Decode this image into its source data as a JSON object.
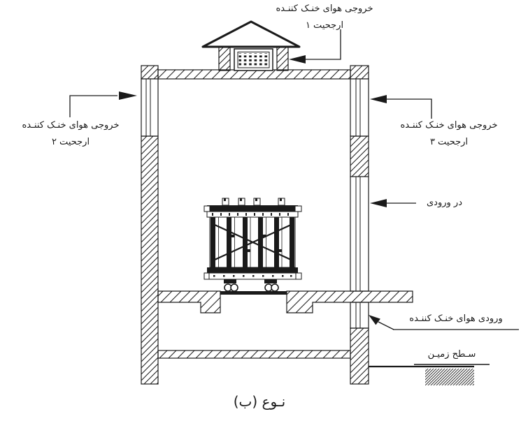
{
  "figure": {
    "caption": "نـوع (ب)"
  },
  "labels": {
    "outlet1": {
      "line1": "خروجی هوای خنـک کننـده",
      "line2": "ارجحیت ۱"
    },
    "outlet2": {
      "line1": "خروجی هوای خنـک کننـده",
      "line2": "ارجحیت ۲"
    },
    "outlet3": {
      "line1": "خروجی هوای خنـک کننـده",
      "line2": "ارجحیت ۳"
    },
    "door": {
      "text": "در ورودی"
    },
    "inlet": {
      "text": "ورودی هوای خنـک کننـده"
    },
    "ground": {
      "text": "سـطح زمیـن"
    }
  },
  "icons": {
    "leader_arrows": "solid-left/right-pointing leader arrowheads",
    "hatching": "diagonal section hatch for masonry walls and slabs",
    "grille": "roof ventilator grille of small squares"
  },
  "colors": {
    "ink": "#1a1a1a",
    "background": "#ffffff"
  }
}
